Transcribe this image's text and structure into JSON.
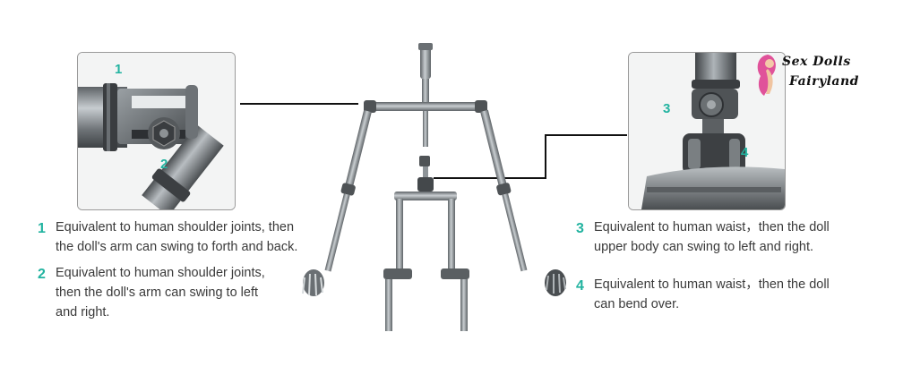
{
  "logo": {
    "line1": "Sex Dolls",
    "line2": "Fairyland",
    "accent_color": "#e0529a"
  },
  "detail_boxes": {
    "left": {
      "labels": [
        "1",
        "2"
      ]
    },
    "right": {
      "labels": [
        "3",
        "4"
      ]
    }
  },
  "descriptions": [
    {
      "number": "1",
      "lines": [
        "Equivalent to human shoulder joints, then",
        "the doll's arm can swing to forth and back."
      ]
    },
    {
      "number": "2",
      "lines": [
        "Equivalent to human shoulder joints,",
        "then the doll's arm can swing to left",
        "and right."
      ]
    },
    {
      "number": "3",
      "lines": [
        "Equivalent to human waist，then the doll",
        "upper body can swing to left and right."
      ]
    },
    {
      "number": "4",
      "lines": [
        "Equivalent to human waist，then the doll",
        "can bend over."
      ]
    }
  ],
  "colors": {
    "number_accent": "#22b3a0",
    "metal": "#8e9498",
    "line": "#111111"
  }
}
